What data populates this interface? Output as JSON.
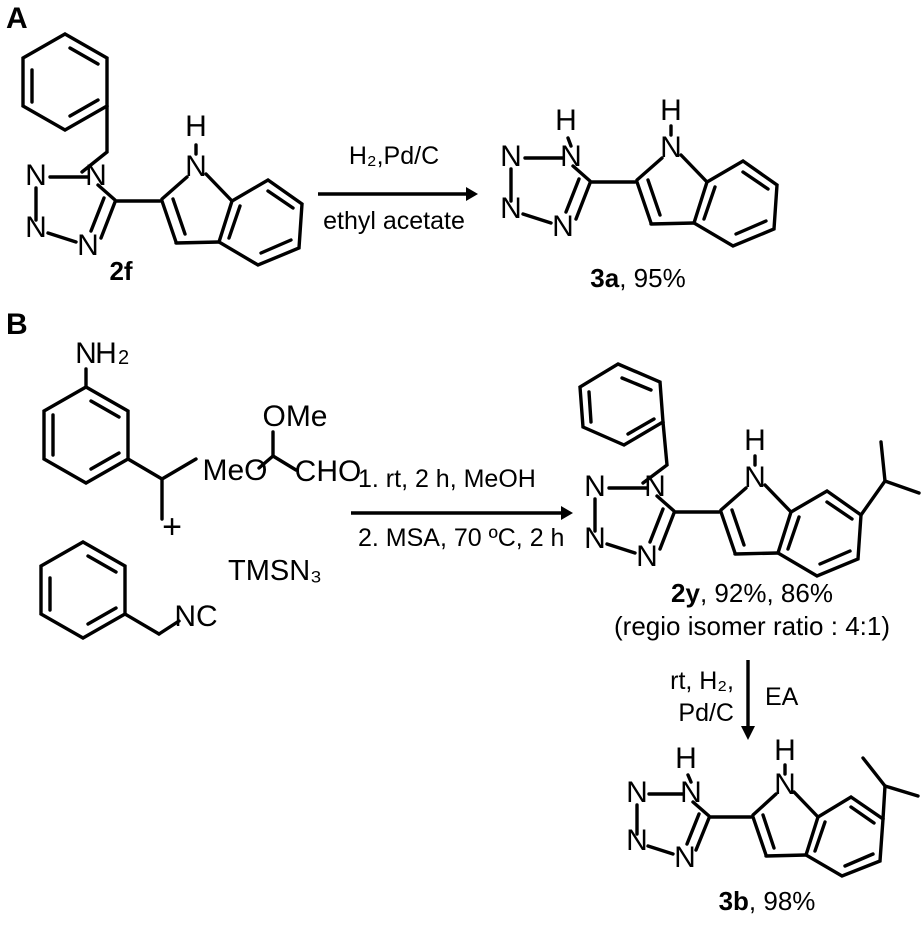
{
  "figure": {
    "type": "chemical-reaction-scheme",
    "panels": [
      {
        "letter": "A",
        "reactant_label_bold": "2f",
        "reactant_label_rest": "",
        "conditions_above": "H₂,Pd/C",
        "conditions_below": "ethyl acetate",
        "product_label_bold": "3a",
        "product_label_rest": ", 95%"
      },
      {
        "letter": "B",
        "reagent_plus": "+",
        "reagent_tmsn3": "TMSN₃",
        "aldehyde_ome_top": "OMe",
        "aldehyde_meo_left": "MeO",
        "aldehyde_cho": "CHO",
        "aniline_nh2": "NH₂",
        "isocyanide_nc": "NC",
        "conditions_step1": "1. rt, 2 h, MeOH",
        "conditions_step2": "2. MSA, 70 ºC, 2 h",
        "product_2y_bold": "2y",
        "product_2y_rest": ", 92%, 86%",
        "product_2y_note": "(regio isomer ratio : 4:1)",
        "down_arrow_left_line1": "rt, H₂,",
        "down_arrow_left_line2": "Pd/C",
        "down_arrow_right": "EA",
        "product_3b_bold": "3b",
        "product_3b_rest": ", 98%"
      }
    ],
    "atom_labels": {
      "N": "N",
      "H": "H"
    },
    "colors": {
      "ink": "#000000",
      "background": "#ffffff"
    }
  }
}
